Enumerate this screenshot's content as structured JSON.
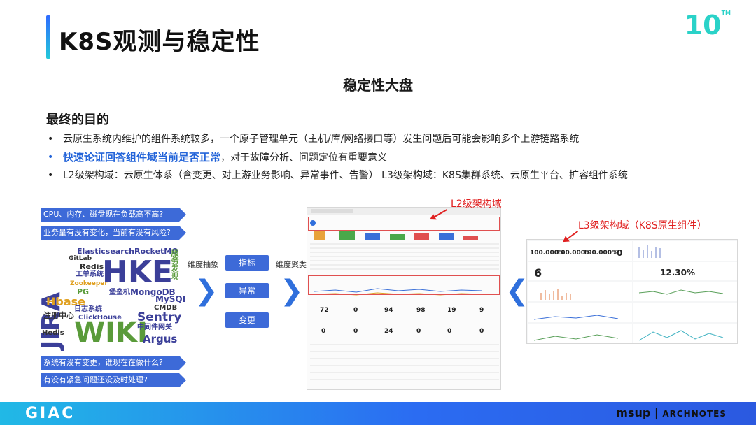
{
  "header": {
    "title": "K8S观测与稳定性",
    "logo_text": "10",
    "logo_tm": "TM"
  },
  "main": {
    "subtitle": "稳定性大盘",
    "section_head": "最终的目的",
    "bullets": [
      {
        "text": "云原生系统内维护的组件系统较多，一个原子管理单元（主机/库/网络接口等）发生问题后可能会影响多个上游链路系统"
      },
      {
        "strong": "快速论证回答组件域当前是否正常",
        "rest": "，对于故障分析、问题定位有重要意义"
      },
      {
        "text": "L2级架构域：云原生体系（含变更、对上游业务影响、异常事件、告警）   L3级架构域：K8S集群系统、云原生平台、扩容组件系统"
      }
    ]
  },
  "questions": [
    "CPU、内存、磁盘现在负载高不高?",
    "业务量有没有变化，当前有没有风险?",
    "系统有没有变更，谁现在在做什么?",
    "有没有紧急问题还没及时处理?"
  ],
  "wordcloud": {
    "words": [
      {
        "text": "JIRA",
        "color": "#3b3f99"
      },
      {
        "text": "HKE",
        "color": "#3b3f99"
      },
      {
        "text": "WIKI",
        "color": "#5a9b3a"
      },
      {
        "text": "ElasticsearchRocketMQ",
        "color": "#3b3f99"
      },
      {
        "text": "GitLab",
        "color": "#333"
      },
      {
        "text": "Redis",
        "color": "#333"
      },
      {
        "text": "工单系统",
        "color": "#3b3f99"
      },
      {
        "text": "Zookeeper",
        "color": "#e0a020"
      },
      {
        "text": "PG",
        "color": "#5a9b3a"
      },
      {
        "text": "堡垒机",
        "color": "#3b3f99"
      },
      {
        "text": "MongoDB",
        "color": "#3b3f99"
      },
      {
        "text": "Hbase",
        "color": "#e0a020"
      },
      {
        "text": "MySQL",
        "color": "#3b3f99"
      },
      {
        "text": "CMDB",
        "color": "#333"
      },
      {
        "text": "日志系统",
        "color": "#3b3f99"
      },
      {
        "text": "注册中心",
        "color": "#333"
      },
      {
        "text": "ClickHouse",
        "color": "#3b3f99"
      },
      {
        "text": "Sentry",
        "color": "#3b3f99"
      },
      {
        "text": "中间件网关",
        "color": "#3b3f99"
      },
      {
        "text": "Hedis",
        "color": "#333"
      },
      {
        "text": "Argus",
        "color": "#3b3f99"
      },
      {
        "text": "服务发现",
        "color": "#5a9b3a"
      }
    ]
  },
  "flow": {
    "label_left": "维度抽象",
    "label_right": "维度聚类",
    "pills": [
      "指标",
      "异常",
      "变更"
    ]
  },
  "annotations": {
    "l2": "L2级架构域",
    "l3": "L3级架构域（K8S原生组件）"
  },
  "l3_stats": [
    "100.000%",
    "100.000%",
    "100.000%",
    "0",
    "6",
    "12.30%"
  ],
  "l2_stats": [
    "72",
    "0",
    "94",
    "98",
    "19",
    "9",
    "0",
    "0",
    "24",
    "0",
    "0",
    "0"
  ],
  "footer": {
    "left": "GIAC",
    "right_brand": "msup",
    "right_sep": "|",
    "right_arch": "ARCHNOTES"
  },
  "colors": {
    "accent": "#2364d9",
    "pill": "#3d6ad8",
    "annotation": "#e02020",
    "footer_start": "#21b9e6",
    "footer_end": "#2b59e0"
  }
}
